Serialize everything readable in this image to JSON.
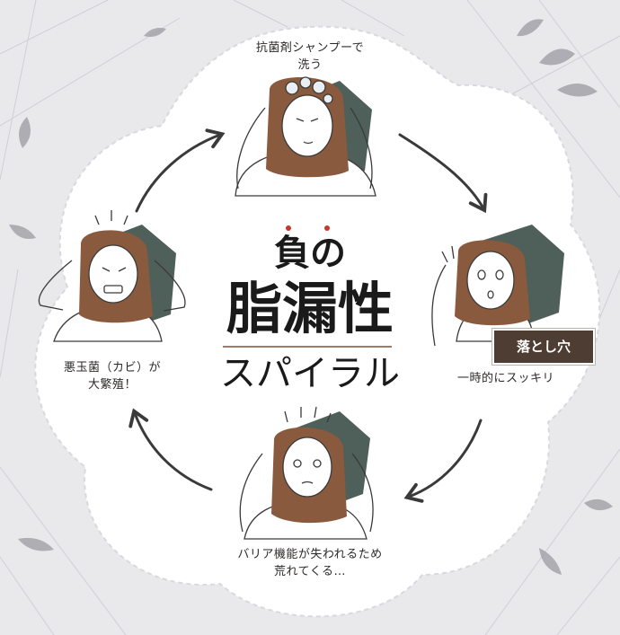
{
  "diagram": {
    "title_line1": "負の",
    "title_line2": "脂漏性",
    "title_line3": "スパイラル",
    "stages": {
      "top": "抗菌剤シャンプーで\n洗う",
      "right": "一時的にスッキリ",
      "bottom": "バリア機能が失われるため\n荒れてくる…",
      "left": "悪玉菌（カビ）が\n大繁殖！"
    },
    "badge": "落とし穴"
  },
  "colors": {
    "hexagon": "#4f5f5a",
    "hair": "#8a5a3e",
    "arrow": "#3a3a3a",
    "title_dots": "#c9362c",
    "badge_bg": "#4d3d33"
  }
}
